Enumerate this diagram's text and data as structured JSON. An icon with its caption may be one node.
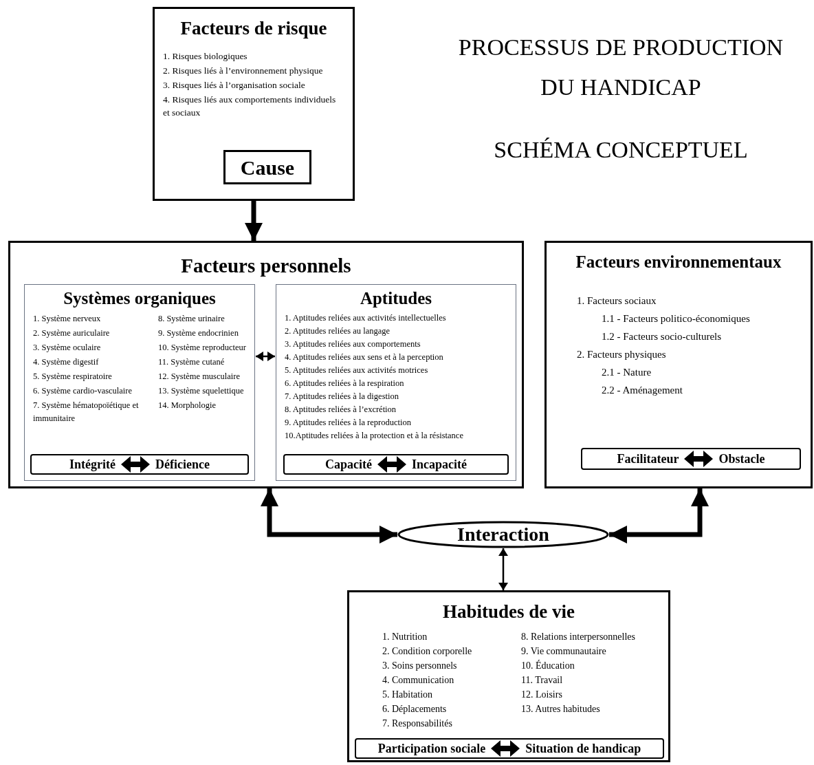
{
  "diagram": {
    "title": "PROCESSUS DE PRODUCTION DU HANDICAP",
    "nodes": [
      {
        "text": [
          "Facteurs de risque",
          "1. Risques biologiques",
          "2. Risques liés à l’environnement physique",
          "3. Risques liés à l’organisation sociale",
          "4. Risques liés aux comportements individuels et sociaux"
        ]
      },
      {
        "text": [
          "Cause"
        ],
        "in": 0
      },
      {
        "text": [
          "Facteurs personnels"
        ]
      },
      {
        "text": [
          "Systèmes organiques",
          "1. Système nerveux",
          "2. Système auriculaire",
          "3. Système oculaire",
          "4. Système digestif",
          "5. Système respiratoire",
          "6. Système cardio-vasculaire",
          "7. Système hématopoïétique et immunitaire",
          "8. Système urinaire",
          "9. Système endocrinien",
          "10. Système reproducteur",
          "11. Système cutané",
          "12. Système musculaire",
          "13. Système squelettique",
          "14. Morphologie"
        ],
        "in": 2
      },
      {
        "text": [
          "Intégrité",
          "Déficience"
        ],
        "in": 3
      },
      {
        "text": [
          "Aptitudes",
          "1. Aptitudes reliées aux activités intellectuelles",
          "2. Aptitudes reliées au langage",
          "3. Aptitudes reliées aux comportements",
          "4. Aptitudes reliées aux sens et à la perception",
          "5. Aptitudes reliées aux activités motrices",
          "6. Aptitudes reliées à la respiration",
          "7. Aptitudes reliées à la digestion",
          "8. Aptitudes reliées à l’excrétion",
          "9. Aptitudes reliées à la reproduction",
          "10.Aptitudes reliées à la protection et à la résistance"
        ],
        "in": 2
      },
      {
        "text": [
          "Capacité",
          "Incapacité"
        ],
        "in": 5
      },
      {
        "text": [
          "Facteurs environnementaux",
          "1. Facteurs sociaux",
          "1.1 - Facteurs politico-économiques",
          "1.2 - Facteurs socio-culturels",
          "2. Facteurs physiques",
          "2.1 - Nature",
          "2.2 - Aménagement"
        ]
      },
      {
        "text": [
          "Facilitateur",
          "Obstacle"
        ],
        "in": 7
      },
      {
        "text": [
          "Interaction"
        ]
      },
      {
        "text": [
          "Habitudes de vie",
          "1. Nutrition",
          "2. Condition corporelle",
          "3. Soins personnels",
          "4. Communication",
          "5. Habitation",
          "6. Déplacements",
          "7. Responsabilités",
          "8. Relations interpersonnelles",
          "9. Vie communautaire",
          "10. Éducation",
          "11. Travail",
          "12. Loisirs",
          "13. Autres habitudes"
        ]
      },
      {
        "text": [
          "Participation sociale",
          "Situation de handicap"
        ],
        "in": 10
      }
    ],
    "edges": [
      {
        "from": 0,
        "to": 2,
        "arrow": "to"
      },
      {
        "from": 3,
        "to": 5,
        "arrow": "both"
      },
      {
        "from": 9,
        "to": 2,
        "arrow": "both"
      },
      {
        "from": 9,
        "to": 7,
        "arrow": "both"
      },
      {
        "from": 9,
        "to": 10,
        "arrow": "both"
      }
    ],
    "labels": [
      "SCHÉMA CONCEPTUEL"
    ]
  }
}
